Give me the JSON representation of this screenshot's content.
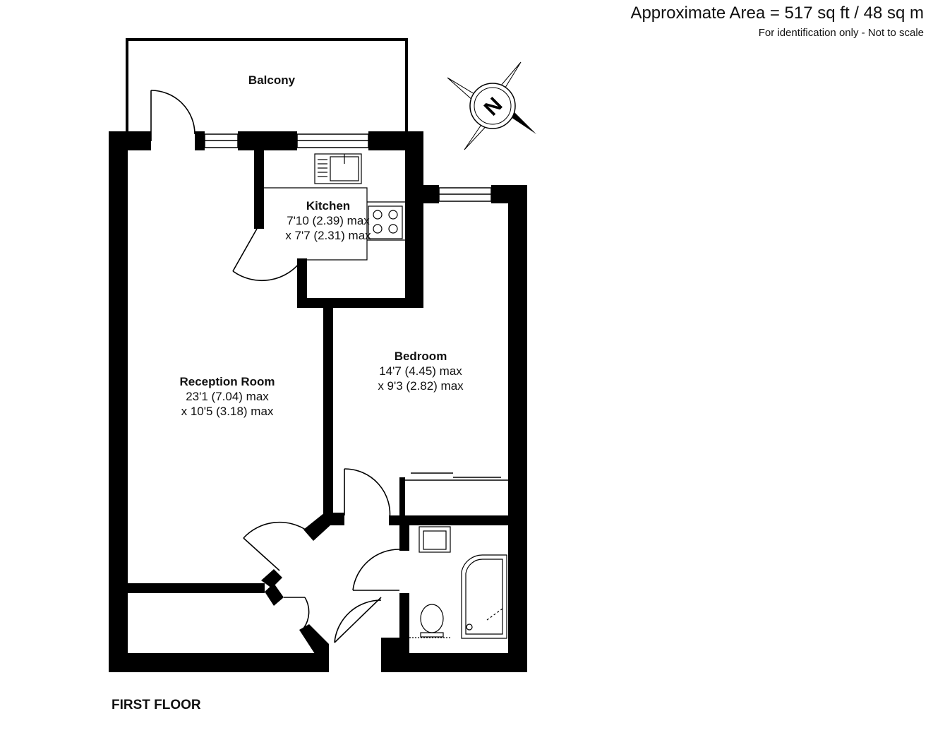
{
  "header": {
    "area": "Approximate Area = 517 sq ft / 48 sq m",
    "note": "For identification only - Not to scale"
  },
  "compass": {
    "letter": "N",
    "icon": "compass-rose-icon"
  },
  "rooms": {
    "balcony": {
      "name": "Balcony"
    },
    "kitchen": {
      "name": "Kitchen",
      "dim1": "7'10 (2.39) max",
      "dim2": "x 7'7 (2.31) max"
    },
    "bedroom": {
      "name": "Bedroom",
      "dim1": "14'7 (4.45) max",
      "dim2": "x 9'3 (2.82) max"
    },
    "reception": {
      "name": "Reception Room",
      "dim1": "23'1 (7.04) max",
      "dim2": "x 10'5 (3.18) max"
    }
  },
  "floor": {
    "label": "FIRST FLOOR"
  },
  "colors": {
    "wall": "#000000",
    "background": "#ffffff",
    "line": "#111111"
  }
}
